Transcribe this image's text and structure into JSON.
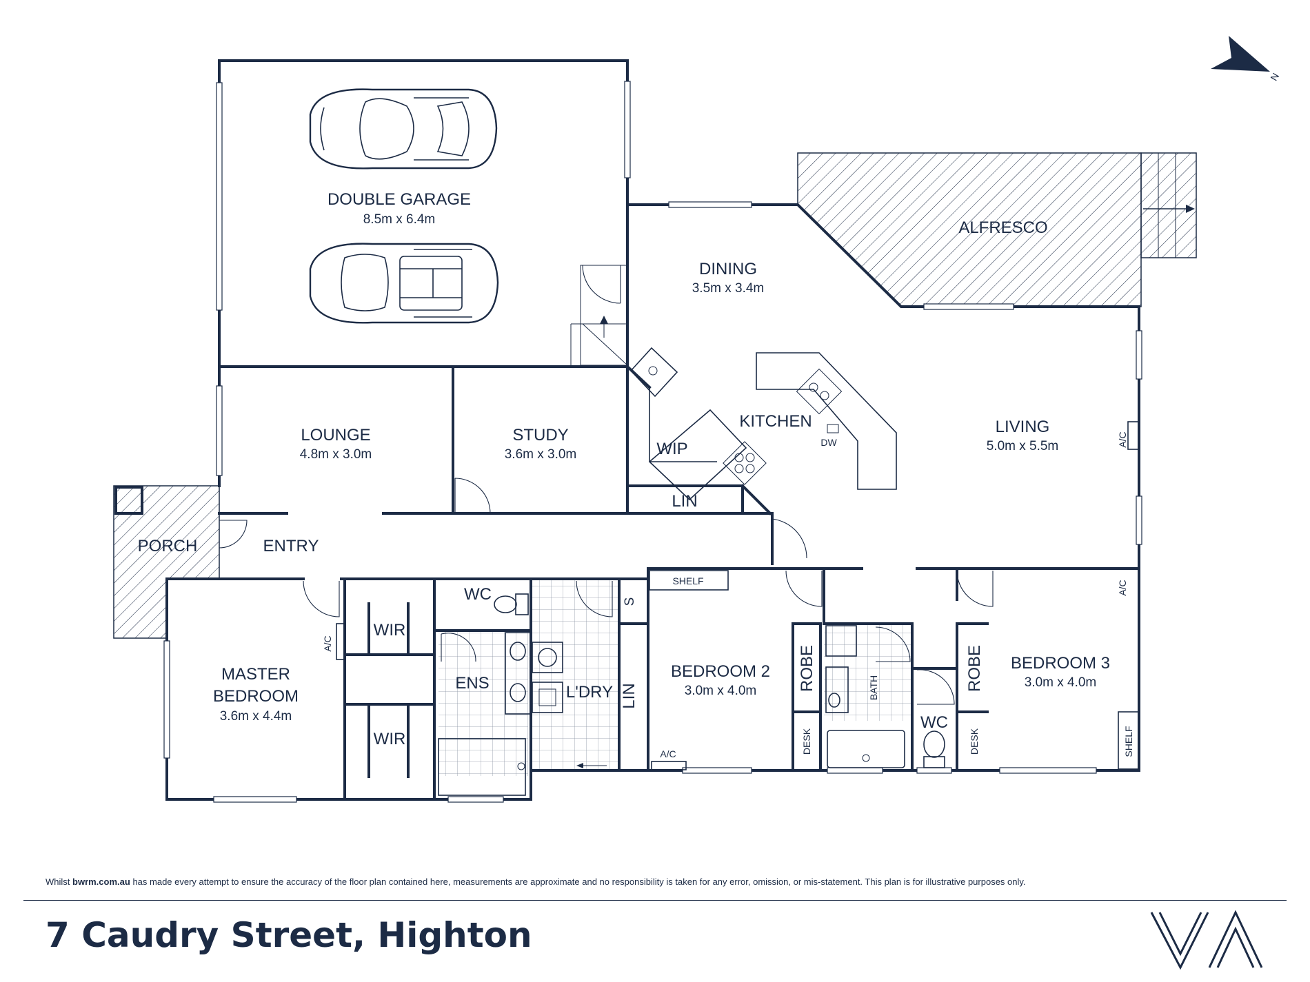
{
  "rooms": {
    "double_garage": {
      "name": "DOUBLE GARAGE",
      "dim": "8.5m x 6.4m"
    },
    "alfresco": {
      "name": "ALFRESCO"
    },
    "dining": {
      "name": "DINING",
      "dim": "3.5m x 3.4m"
    },
    "kitchen": {
      "name": "KITCHEN"
    },
    "living": {
      "name": "LIVING",
      "dim": "5.0m x 5.5m"
    },
    "lounge": {
      "name": "LOUNGE",
      "dim": "4.8m x 3.0m"
    },
    "study": {
      "name": "STUDY",
      "dim": "3.6m x 3.0m"
    },
    "wip": {
      "name": "WIP"
    },
    "lin_hall": {
      "name": "LIN"
    },
    "porch": {
      "name": "PORCH"
    },
    "entry": {
      "name": "ENTRY"
    },
    "master_bedroom": {
      "name_line1": "MASTER",
      "name_line2": "BEDROOM",
      "dim": "3.6m x 4.4m"
    },
    "wir_top": {
      "name": "WIR"
    },
    "wir_bottom": {
      "name": "WIR"
    },
    "wc_ensuite": {
      "name": "WC"
    },
    "ens": {
      "name": "ENS"
    },
    "laundry": {
      "name": "L'DRY"
    },
    "s_cupboard": {
      "name": "S"
    },
    "lin_vertical": {
      "name": "LIN"
    },
    "bedroom2": {
      "name": "BEDROOM 2",
      "dim": "3.0m x 4.0m"
    },
    "shelf_bed2": {
      "name": "SHELF"
    },
    "robe_bed2": {
      "name": "ROBE"
    },
    "desk_bed2": {
      "name": "DESK"
    },
    "bath": {
      "name": "BATH"
    },
    "wc_main": {
      "name": "WC"
    },
    "bedroom3": {
      "name": "BEDROOM 3",
      "dim": "3.0m x 4.0m"
    },
    "robe_bed3": {
      "name": "ROBE"
    },
    "desk_bed3": {
      "name": "DESK"
    },
    "shelf_bed3": {
      "name": "SHELF"
    }
  },
  "fixtures": {
    "dw": "DW",
    "ac": "A/C"
  },
  "compass": {
    "label": "N"
  },
  "footer": {
    "disclaimer_prefix": "Whilst",
    "disclaimer_site": "bwrm.com.au",
    "disclaimer_rest": "has made every attempt to ensure the accuracy of the floor plan contained here, measurements are approximate and no responsibility is taken for any error, omission, or mis-statement. This plan is for illustrative purposes only.",
    "address": "7 Caudry Street, Highton"
  },
  "colors": {
    "ink": "#1c2b45",
    "background": "#ffffff"
  },
  "icons": [
    "compass-arrow-icon",
    "car-icon",
    "stove-icon",
    "sink-icon",
    "toilet-icon",
    "shower-icon",
    "bathtub-icon",
    "brand-logo-icon"
  ]
}
